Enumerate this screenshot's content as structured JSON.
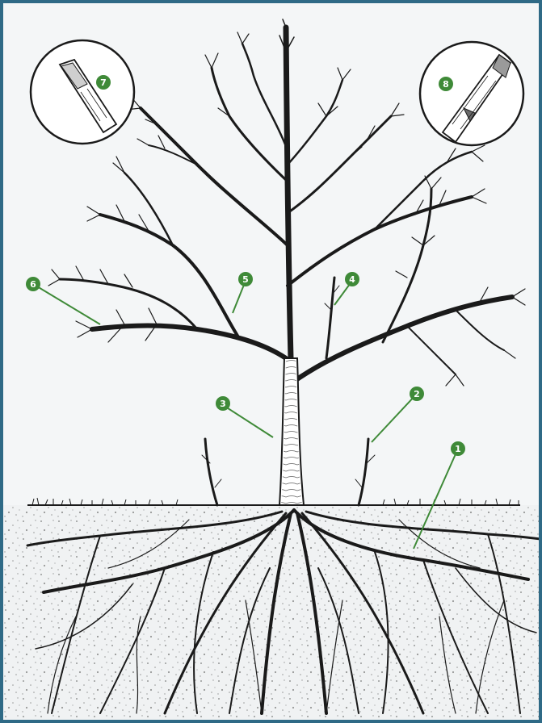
{
  "diagram": {
    "colors": {
      "frame": "#2f6a86",
      "background": "#f4f6f7",
      "ink": "#1a1a1a",
      "marker_fill": "#3f8a38",
      "marker_line": "#3f8a38",
      "soil_speckle": "#6b6b6b"
    },
    "markers": [
      {
        "label": "1",
        "points_to": "roots"
      },
      {
        "label": "2",
        "points_to": "sucker"
      },
      {
        "label": "3",
        "points_to": "trunk"
      },
      {
        "label": "4",
        "points_to": "water-sprout"
      },
      {
        "label": "5",
        "points_to": "scaffold-branch"
      },
      {
        "label": "6",
        "points_to": "branch-tip"
      },
      {
        "label": "7",
        "points_to": "terminal-bud-detail"
      },
      {
        "label": "8",
        "points_to": "lateral-bud-detail"
      }
    ]
  }
}
